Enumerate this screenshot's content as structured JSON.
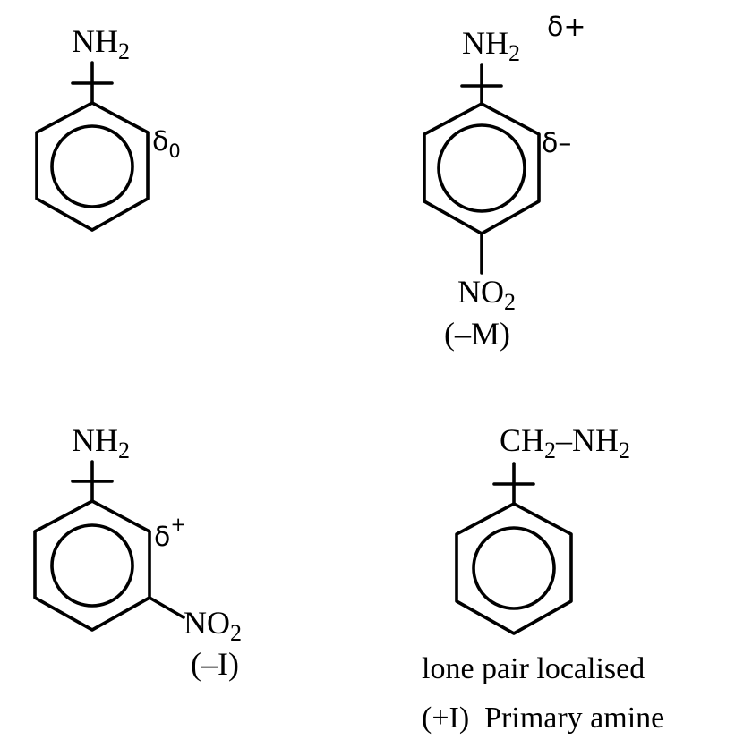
{
  "structures": {
    "aniline": {
      "amine": "NH",
      "amine_sub": "2",
      "ring_charge": "δ",
      "ring_charge_sub": "0"
    },
    "para_nitroaniline": {
      "amine": "NH",
      "amine_sub": "2",
      "amine_charge": "δ+",
      "ring_charge": "δ–",
      "substituent": "NO",
      "substituent_sub": "2",
      "effect": "(–M)"
    },
    "meta_nitroaniline": {
      "amine": "NH",
      "amine_sub": "2",
      "ring_charge": "δ",
      "ring_charge_sup": "+",
      "substituent": "NO",
      "substituent_sub": "2",
      "effect": "(–I)"
    },
    "benzylamine": {
      "group_a": "CH",
      "group_a_sub": "2",
      "group_b": "–NH",
      "group_b_sub": "2",
      "note_1": "lone pair localised",
      "note_2": "(+I)  Primary amine"
    }
  }
}
